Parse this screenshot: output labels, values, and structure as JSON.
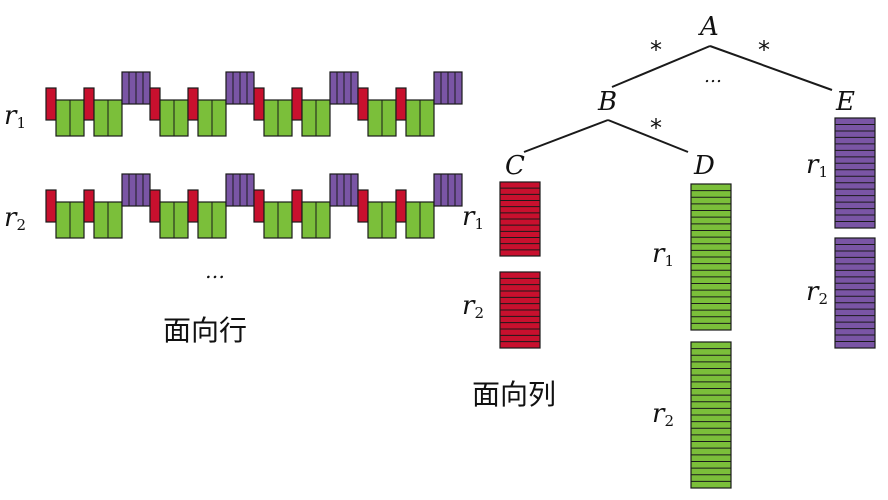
{
  "colors": {
    "red": "#c8102e",
    "green": "#7bbf3a",
    "purple": "#7a55a5",
    "stroke": "#1a1a1a"
  },
  "row_oriented": {
    "caption": "面向行",
    "rows": [
      {
        "var": "r",
        "sub": "1"
      },
      {
        "var": "r",
        "sub": "2"
      }
    ],
    "ellipsis": "…",
    "pattern": [
      "red",
      "green",
      "red",
      "green",
      "purple",
      "red",
      "green",
      "red",
      "green",
      "purple",
      "red",
      "green",
      "red",
      "green",
      "purple",
      "red",
      "green",
      "red",
      "green",
      "purple"
    ]
  },
  "column_oriented": {
    "caption": "面向列",
    "tree": {
      "root": "A",
      "b": "B",
      "c": "C",
      "d": "D",
      "e": "E",
      "star": "*",
      "ellipsis": "…"
    },
    "columns": [
      {
        "key": "C",
        "color": "red",
        "rows": [
          {
            "var": "r",
            "sub": "1"
          },
          {
            "var": "r",
            "sub": "2"
          }
        ]
      },
      {
        "key": "D",
        "color": "green",
        "rows": [
          {
            "var": "r",
            "sub": "1"
          },
          {
            "var": "r",
            "sub": "2"
          }
        ]
      },
      {
        "key": "E",
        "color": "purple",
        "rows": [
          {
            "var": "r",
            "sub": "1"
          },
          {
            "var": "r",
            "sub": "2"
          }
        ]
      }
    ]
  }
}
